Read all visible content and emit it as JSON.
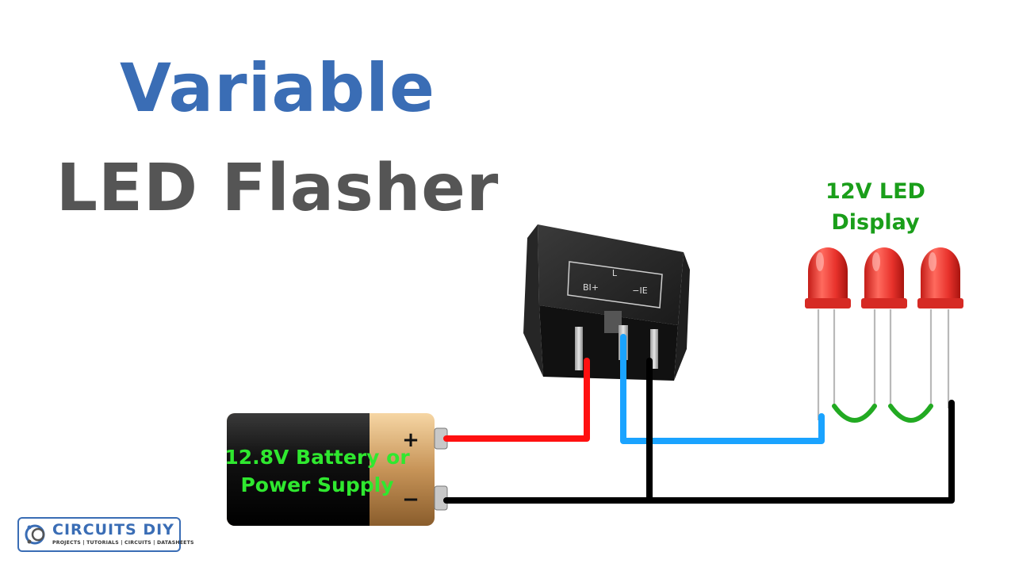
{
  "title": {
    "line1": "Variable",
    "line2": "LED Flasher"
  },
  "colors": {
    "title_blue": "#3a6db5",
    "title_gray": "#555555",
    "wire_red": "#ff1010",
    "wire_blue": "#1aa3ff",
    "wire_black": "#000000",
    "label_green": "#1a9e1a",
    "led_red": "#e8322c"
  },
  "led_label": {
    "line1": "12V LED",
    "line2": "Display"
  },
  "battery": {
    "label_line1": "12.8V Battery or",
    "label_line2": "Power Supply",
    "plus": "+",
    "minus": "−"
  },
  "relay": {
    "face_top": "L",
    "face_left": "BI+",
    "face_right": "−IE"
  },
  "logo": {
    "name": "CIRCUITS DIY",
    "tagline": "PROJECTS | TUTORIALS | CIRCUITS | DATASHEETS"
  }
}
